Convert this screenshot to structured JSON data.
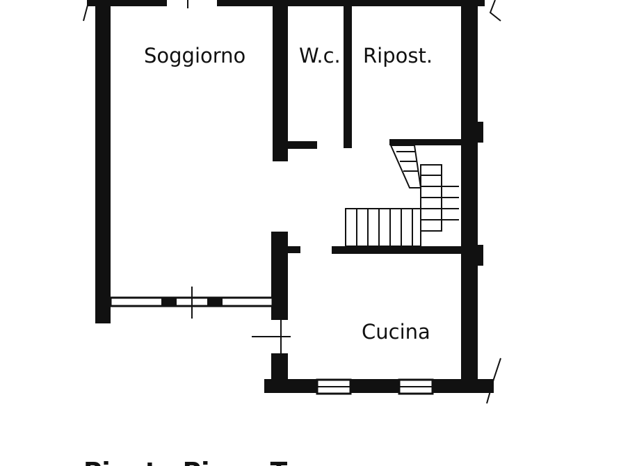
{
  "plan": {
    "rooms": {
      "living": "Soggiorno",
      "wc": "W.c.",
      "storage": "Ripost.",
      "kitchen": "Cucina"
    },
    "caption": "Pianta Piano Terra"
  }
}
